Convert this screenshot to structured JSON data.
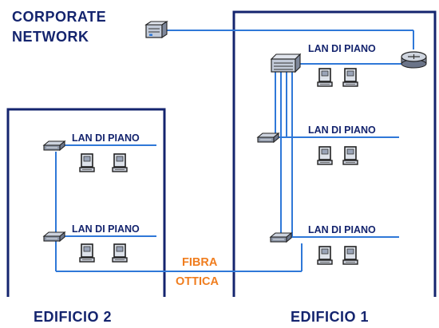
{
  "corporate_network": {
    "line1": "CORPORATE",
    "line2": "NETWORK"
  },
  "lan_label": "LAN DI PIANO",
  "buildings": {
    "edificio_1": "EDIFICIO 1",
    "edificio_2": "EDIFICIO 2"
  },
  "fiber": {
    "line1": "FIBRA",
    "line2": "OTTICA"
  },
  "colors": {
    "building_outline": "#14246e",
    "link_line": "#2f78d8",
    "fiber_label": "#f07d1e",
    "text": "#14246e"
  },
  "icons": {
    "corporate_network": "server-icon",
    "router": "router-icon",
    "core_switch": "core-switch-icon",
    "floor_hub": "hub-icon",
    "workstation": "computer-icon"
  }
}
